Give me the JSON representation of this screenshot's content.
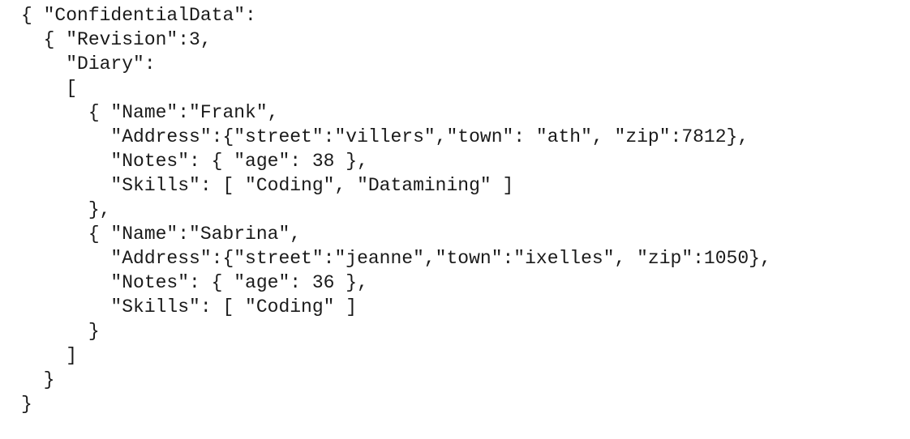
{
  "document": {
    "lines": [
      "{ \"ConfidentialData\":",
      "  { \"Revision\":3,",
      "    \"Diary\":",
      "    [",
      "      { \"Name\":\"Frank\",",
      "        \"Address\":{\"street\":\"villers\",\"town\": \"ath\", \"zip\":7812},",
      "        \"Notes\": { \"age\": 38 },",
      "        \"Skills\": [ \"Coding\", \"Datamining\" ]",
      "      },",
      "      { \"Name\":\"Sabrina\",",
      "        \"Address\":{\"street\":\"jeanne\",\"town\":\"ixelles\", \"zip\":1050},",
      "        \"Notes\": { \"age\": 36 },",
      "        \"Skills\": [ \"Coding\" ]",
      "      }",
      "    ]",
      "  }",
      "}"
    ]
  }
}
